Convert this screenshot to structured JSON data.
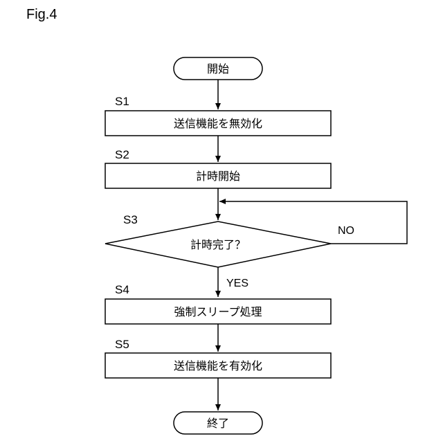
{
  "figure": {
    "label": "Fig.4"
  },
  "flowchart": {
    "start": "開始",
    "end": "終了",
    "steps": {
      "s1": {
        "id": "S1",
        "text": "送信機能を無効化"
      },
      "s2": {
        "id": "S2",
        "text": "計時開始"
      },
      "s3": {
        "id": "S3",
        "text": "計時完了？"
      },
      "s4": {
        "id": "S4",
        "text": "強制スリープ処理"
      },
      "s5": {
        "id": "S5",
        "text": "送信機能を有効化"
      }
    },
    "branches": {
      "yes": "YES",
      "no": "NO"
    }
  }
}
